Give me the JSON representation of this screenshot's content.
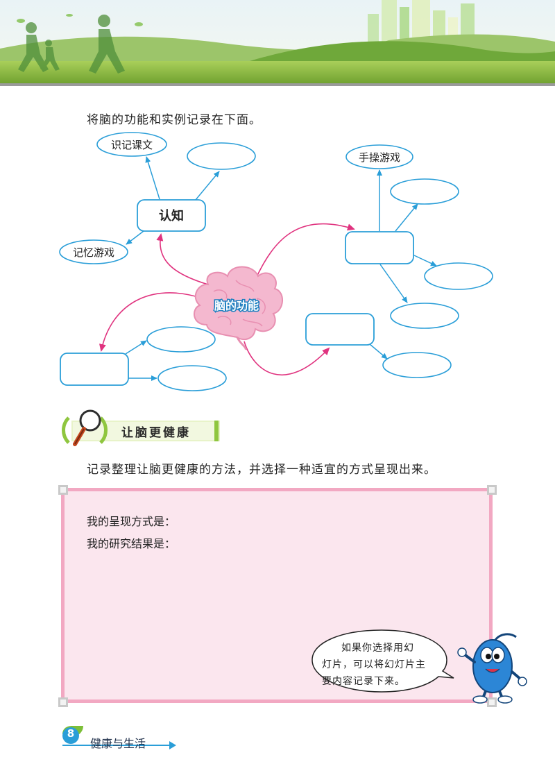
{
  "instruction_top": "将脑的功能和实例记录在下面。",
  "mind_map": {
    "center": "脑的功能",
    "cognition": "认知",
    "example_memorize_text": "识记课文",
    "example_memory_game": "记忆游戏",
    "example_hand_game": "手操游戏"
  },
  "section": {
    "title": "让脑更健康"
  },
  "instruction_bottom": "记录整理让脑更健康的方法，并选择一种适宜的方式呈现出来。",
  "board": {
    "line1": "我的呈现方式是：",
    "line2": "我的研究结果是："
  },
  "speech_bubble": {
    "line1": "如果你选择用幻",
    "line2": "灯片，可以将幻灯片主",
    "line3": "要内容记录下来。"
  },
  "footer": {
    "page_number": "8",
    "book_title": "健康与生活"
  },
  "colors": {
    "arrow_blue": "#2a9ed8",
    "arrow_magenta": "#e0337f",
    "box_blue": "#2a9ed8",
    "brain_pink": "#f4b8cf",
    "section_green": "#8fc63f",
    "board_pink": "#fbe6ee"
  }
}
